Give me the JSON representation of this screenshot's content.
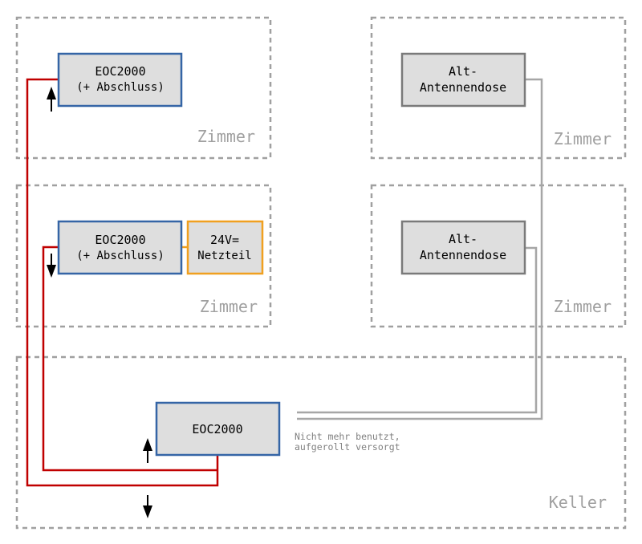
{
  "rooms": {
    "top_left": "Zimmer",
    "top_right": "Zimmer",
    "mid_left": "Zimmer",
    "mid_right": "Zimmer",
    "bottom": "Keller"
  },
  "devices": {
    "eoc_top": {
      "line1": "EOC2000",
      "line2": "(+ Abschluss)"
    },
    "eoc_mid": {
      "line1": "EOC2000",
      "line2": "(+ Abschluss)"
    },
    "psu": {
      "line1": "24V=",
      "line2": "Netzteil"
    },
    "alt_top": {
      "line1": "Alt-",
      "line2": "Antennendose"
    },
    "alt_mid": {
      "line1": "Alt-",
      "line2": "Antennendose"
    },
    "eoc_keller": {
      "line1": "EOC2000"
    }
  },
  "note": {
    "line1": "Nicht mehr benutzt,",
    "line2": "aufgerollt versorgt"
  },
  "colors": {
    "eoc_border": "#3565a6",
    "alt_border": "#7a7a7a",
    "psu_border": "#f0a020",
    "active_cable": "#c00000",
    "unused_cable": "#a6a6a6",
    "room_border": "#a0a0a0"
  }
}
